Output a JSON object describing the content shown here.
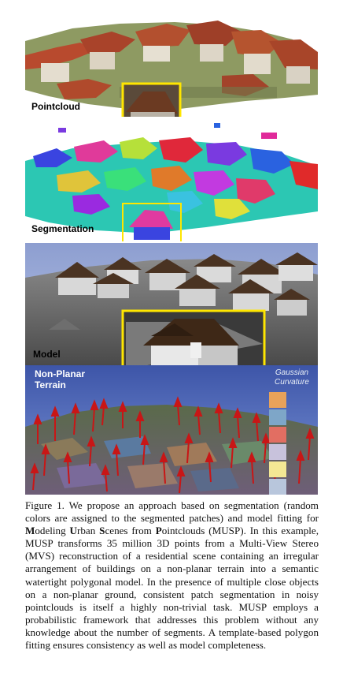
{
  "figure": {
    "panels": [
      {
        "label": "Pointcloud"
      },
      {
        "label": "Segmentation"
      },
      {
        "label": "Model"
      },
      {
        "label": "Non-Planar\nTerrain",
        "legend_title": "Gaussian\nCurvature"
      }
    ],
    "curvature_swatches": [
      "#e8a25a",
      "#7ea6c8",
      "#e26e62",
      "#c8c2dc",
      "#f4e894",
      "#b8c6dc"
    ]
  },
  "caption": {
    "p1": "Figure 1. We propose an approach based on segmentation (random colors are assigned to the segmented patches) and model fitting for ",
    "m": "M",
    "w1": "odeling ",
    "u": "U",
    "w2": "rban ",
    "s": "S",
    "w3": "cenes from ",
    "pp": "P",
    "w4": "ointclouds (MUSP). In this example, MUSP transforms 35 million 3D points from a Multi-View Stereo (MVS) reconstruction of a residential scene containing an irregular arrangement of buildings on a non-planar terrain into a semantic watertight polygonal model. In the presence of multiple close objects on a non-planar ground, consistent patch segmentation in noisy pointclouds is itself a highly non-trivial task. MUSP employs a probabilistic framework that addresses this problem without any knowledge about the number of segments. A template-based polygon fitting ensures consistency as well as model completeness."
  }
}
